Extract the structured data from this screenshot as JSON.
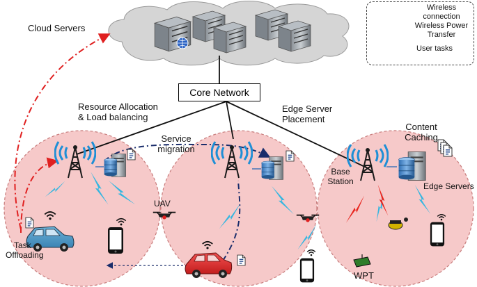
{
  "labels": {
    "cloud_servers": "Cloud Servers",
    "core_network": "Core Network",
    "resource_allocation_1": "Resource Allocation",
    "resource_allocation_2": "& Load balancing",
    "edge_placement_1": "Edge Server",
    "edge_placement_2": "Placement",
    "service_migration_1": "Service",
    "service_migration_2": "migration",
    "content_caching_1": "Content",
    "content_caching_2": "Caching",
    "base_station_1": "Base",
    "base_station_2": "Station",
    "edge_servers": "Edge Servers",
    "uav": "UAV",
    "task_offloading_1": "Task",
    "task_offloading_2": "Offloading",
    "wpt": "WPT"
  },
  "legend": {
    "wireless_1": "Wireless",
    "wireless_2": "connection",
    "wpt_1": "Wireless Power",
    "wpt_2": "Transfer",
    "user_tasks": "User tasks"
  },
  "colors": {
    "cell_fill": "#f6c9c9",
    "cell_border": "#c77b7b",
    "wireless": "#35b6e0",
    "wpt": "#e8231c",
    "cloud_fill": "#d5d5d5",
    "offload_line": "#e02020",
    "migration_line": "#1a2d6b"
  }
}
